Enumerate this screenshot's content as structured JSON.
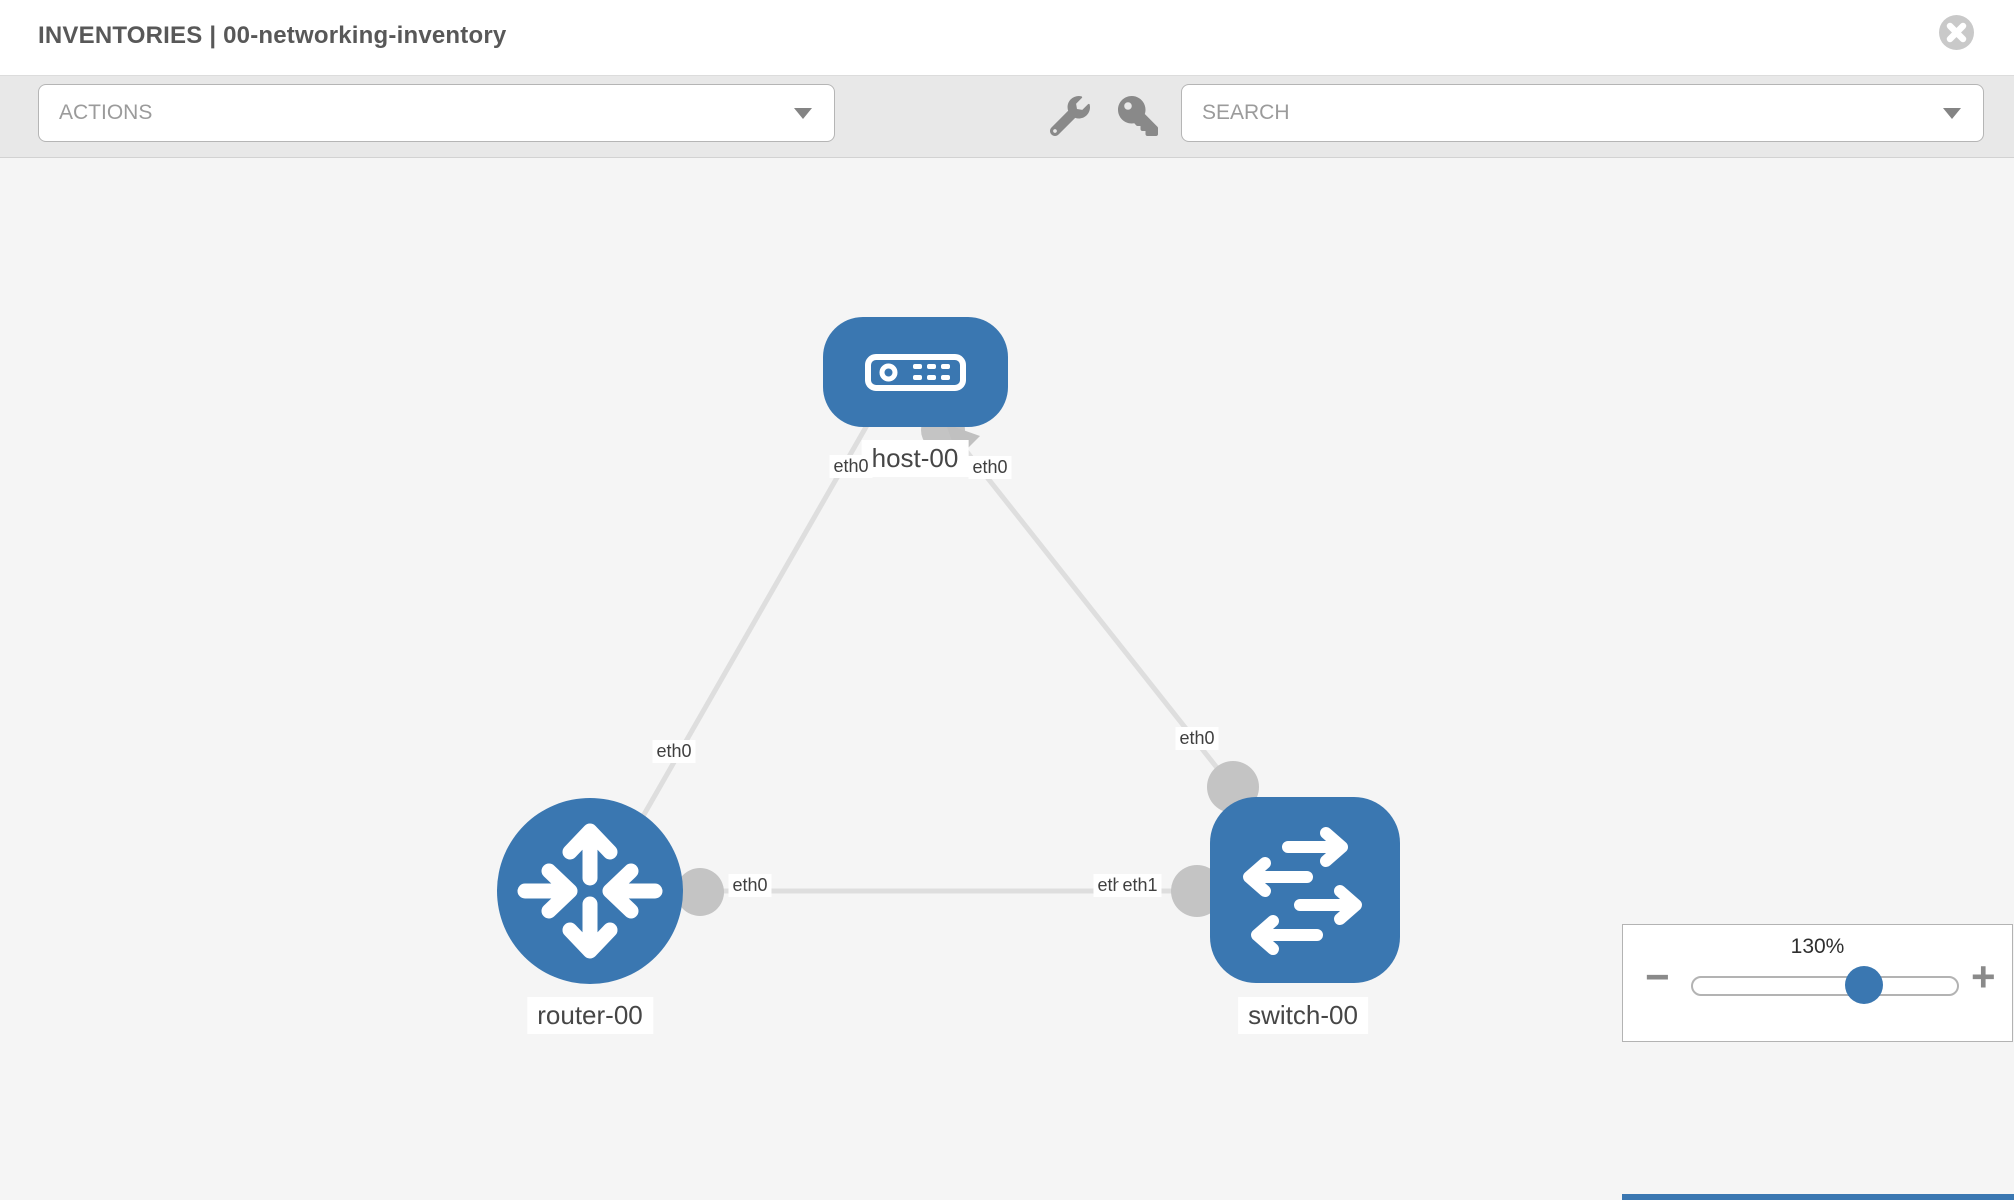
{
  "header": {
    "title": "INVENTORIES | 00-networking-inventory"
  },
  "toolbar": {
    "actions_label": "ACTIONS",
    "search_placeholder": "SEARCH"
  },
  "canvas": {
    "nodes": [
      {
        "label": "host-00",
        "type": "host"
      },
      {
        "label": "router-00",
        "type": "router"
      },
      {
        "label": "switch-00",
        "type": "switch"
      }
    ],
    "links": [
      {
        "from": "host-00",
        "to": "router-00",
        "from_if": "eth0",
        "to_if": "eth0"
      },
      {
        "from": "host-00",
        "to": "switch-00",
        "from_if": "eth0",
        "to_if": "eth0"
      },
      {
        "from": "router-00",
        "to": "switch-00",
        "from_if": "eth0",
        "to_if": "eth1"
      }
    ],
    "iface_labels": {
      "host_left": "eth0",
      "host_right": "eth0",
      "router_top": "eth0",
      "switch_top": "eth0",
      "mid_left": "eth0",
      "mid_right_under": "eth0",
      "mid_right_over": "eth1"
    }
  },
  "zoom": {
    "level": "130%",
    "minus_glyph": "−",
    "plus_glyph": "+"
  },
  "icons": {
    "close": "x-circle",
    "wrench": "wrench",
    "key": "key",
    "caret": "caret-down"
  },
  "colors": {
    "node_blue": "#3a77b1",
    "edge_gray": "#dedede",
    "port_gray": "#c4c4c4",
    "toolbar_bg": "#e8e8e8",
    "canvas_bg": "#f5f5f5"
  }
}
